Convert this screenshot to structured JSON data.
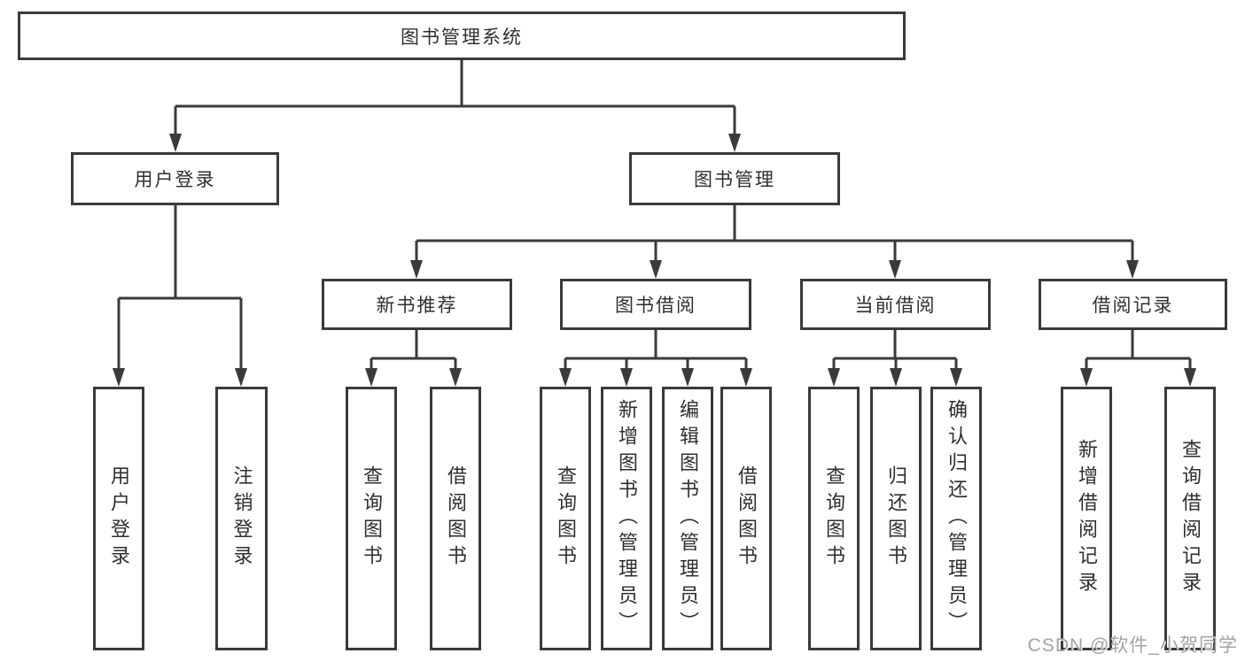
{
  "diagram": {
    "root": {
      "label": "图书管理系统"
    },
    "level2": [
      {
        "label": "用户登录"
      },
      {
        "label": "图书管理"
      }
    ],
    "level3": [
      {
        "label": "新书推荐",
        "parent": "图书管理"
      },
      {
        "label": "图书借阅",
        "parent": "图书管理"
      },
      {
        "label": "当前借阅",
        "parent": "图书管理"
      },
      {
        "label": "借阅记录",
        "parent": "图书管理"
      }
    ],
    "leaves": [
      {
        "label": "用户登录",
        "parent": "用户登录"
      },
      {
        "label": "注销登录",
        "parent": "用户登录"
      },
      {
        "label": "查询图书",
        "parent": "新书推荐"
      },
      {
        "label": "借阅图书",
        "parent": "新书推荐"
      },
      {
        "label": "查询图书",
        "parent": "图书借阅"
      },
      {
        "label": "新增图书（管理员）",
        "parent": "图书借阅"
      },
      {
        "label": "编辑图书（管理员）",
        "parent": "图书借阅"
      },
      {
        "label": "借阅图书",
        "parent": "图书借阅"
      },
      {
        "label": "查询图书",
        "parent": "当前借阅"
      },
      {
        "label": "归还图书",
        "parent": "当前借阅"
      },
      {
        "label": "确认归还（管理员）",
        "parent": "当前借阅"
      },
      {
        "label": "新增借阅记录",
        "parent": "借阅记录"
      },
      {
        "label": "查询借阅记录",
        "parent": "借阅记录"
      }
    ],
    "colors": {
      "line": "#3a3a3a",
      "text": "#2f2f2f",
      "background": "#ffffff",
      "watermark": "#a3a3a3"
    }
  },
  "watermark": {
    "text": "CSDN @软件_小贺同学"
  }
}
